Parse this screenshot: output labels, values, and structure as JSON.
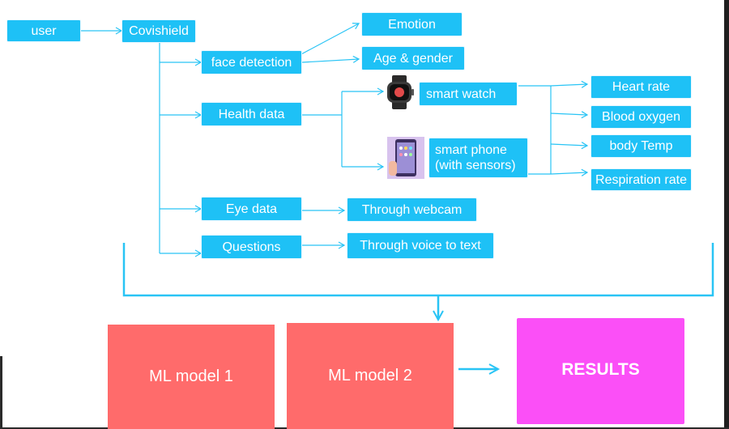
{
  "nodes": {
    "user": "user",
    "covishield": "Covishield",
    "face_detection": "face detection",
    "emotion": "Emotion",
    "age_gender": "Age & gender",
    "health_data": "Health data",
    "smart_watch": "smart watch",
    "smart_phone_line1": "smart phone",
    "smart_phone_line2": "(with sensors)",
    "heart_rate": "Heart rate",
    "blood_oxygen": "Blood oxygen",
    "body_temp": "body Temp",
    "respiration_rate": "Respiration rate",
    "eye_data": "Eye data",
    "through_webcam": "Through webcam",
    "questions": "Questions",
    "through_voice": "Through voice to text",
    "ml_model_1": "ML model 1",
    "ml_model_2": "ML model 2",
    "results": "RESULTS"
  },
  "icons": [
    "smartwatch-icon",
    "smartphone-icon"
  ],
  "colors": {
    "node": "#1ec1f6",
    "connector": "#29c4f5",
    "ml_model": "#ff6b6b",
    "results": "#fb4ff7"
  }
}
